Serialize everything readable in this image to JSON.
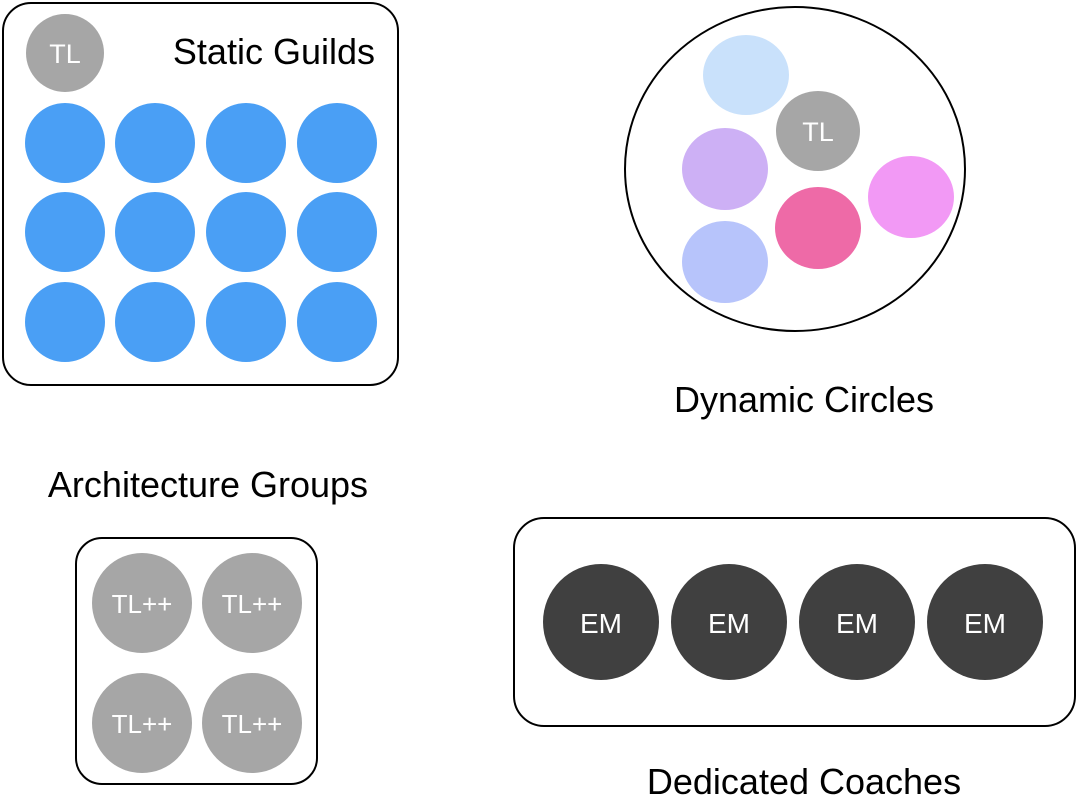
{
  "static_guilds": {
    "title": "Static Guilds",
    "lead_label": "TL",
    "lead_color": "#a6a6a6",
    "member_color": "#4a9ff5",
    "member_rows": 3,
    "member_cols": 4
  },
  "dynamic_circles": {
    "title": "Dynamic Circles",
    "members": [
      {
        "label": "",
        "color": "#c9e1fb"
      },
      {
        "label": "TL",
        "color": "#a6a6a6"
      },
      {
        "label": "",
        "color": "#cdb0f5"
      },
      {
        "label": "",
        "color": "#f299f5"
      },
      {
        "label": "",
        "color": "#ee6aa7"
      },
      {
        "label": "",
        "color": "#b7c4fb"
      }
    ]
  },
  "architecture_groups": {
    "title": "Architecture Groups",
    "members": [
      {
        "label": "TL++"
      },
      {
        "label": "TL++"
      },
      {
        "label": "TL++"
      },
      {
        "label": "TL++"
      }
    ],
    "member_color": "#a6a6a6"
  },
  "dedicated_coaches": {
    "title": "Dedicated Coaches",
    "members": [
      {
        "label": "EM"
      },
      {
        "label": "EM"
      },
      {
        "label": "EM"
      },
      {
        "label": "EM"
      }
    ],
    "member_color": "#404040"
  }
}
